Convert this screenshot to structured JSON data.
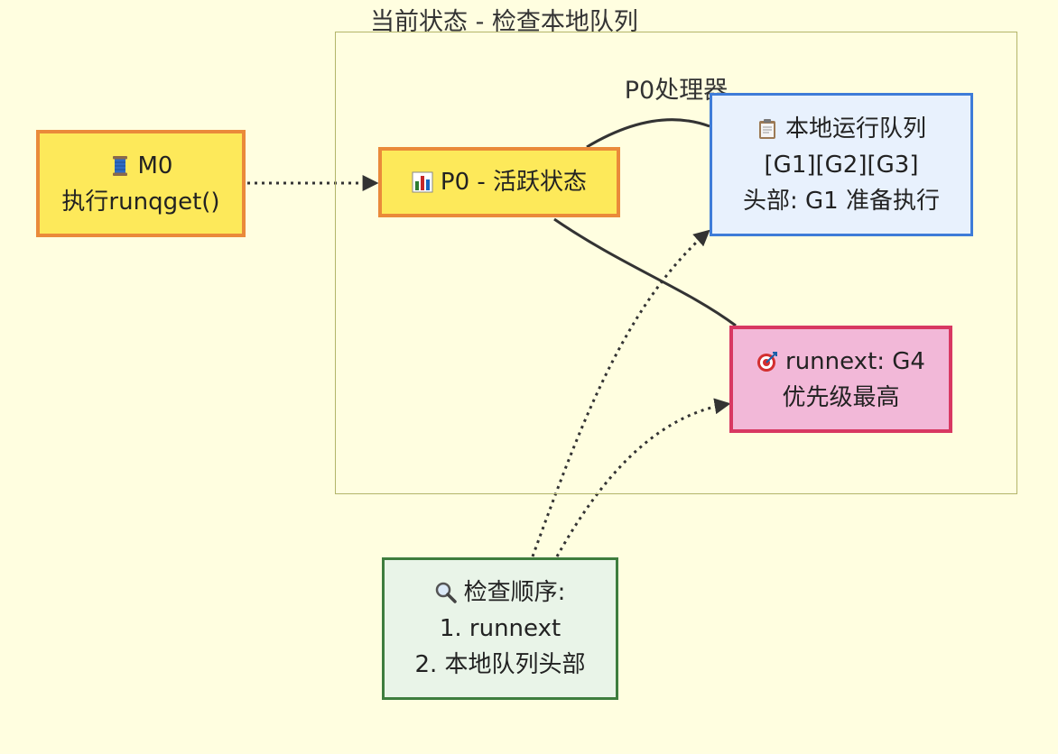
{
  "diagram": {
    "title": "当前状态 - 检查本地队列",
    "cluster_title": "P0处理器",
    "nodes": {
      "m0": {
        "icon": "thread-spool-icon",
        "line1": "M0",
        "line2": "执行runqget()"
      },
      "p0": {
        "icon": "bar-chart-icon",
        "line1": "P0 - 活跃状态"
      },
      "queue": {
        "icon": "clipboard-icon",
        "line1": "本地运行队列",
        "line2": "[G1][G2][G3]",
        "line3": "头部: G1 准备执行"
      },
      "runnext": {
        "icon": "target-dart-icon",
        "line1": "runnext: G4",
        "line2": "优先级最高"
      },
      "check": {
        "icon": "magnifier-icon",
        "line1": "检查顺序:",
        "line2": "1. runnext",
        "line3": "2. 本地队列头部"
      }
    },
    "edges": [
      {
        "from": "m0",
        "to": "p0",
        "style": "dotted",
        "arrow": true
      },
      {
        "from": "p0",
        "to": "queue",
        "style": "solid",
        "arrow": false
      },
      {
        "from": "p0",
        "to": "runnext",
        "style": "solid",
        "arrow": false
      },
      {
        "from": "check",
        "to": "queue",
        "style": "dotted",
        "arrow": true
      },
      {
        "from": "check",
        "to": "runnext",
        "style": "dotted",
        "arrow": true
      }
    ],
    "colors": {
      "background": "#fffee0",
      "cluster_border": "#b3b56a",
      "yellow_fill": "#fde95a",
      "orange_border": "#ea8a3a",
      "blue_fill": "#e8f1fd",
      "blue_border": "#3e7cd8",
      "pink_fill": "#f2b8d8",
      "pink_border": "#d83862",
      "green_fill": "#e9f4e8",
      "green_border": "#3e7d3e",
      "edge": "#333333"
    }
  }
}
